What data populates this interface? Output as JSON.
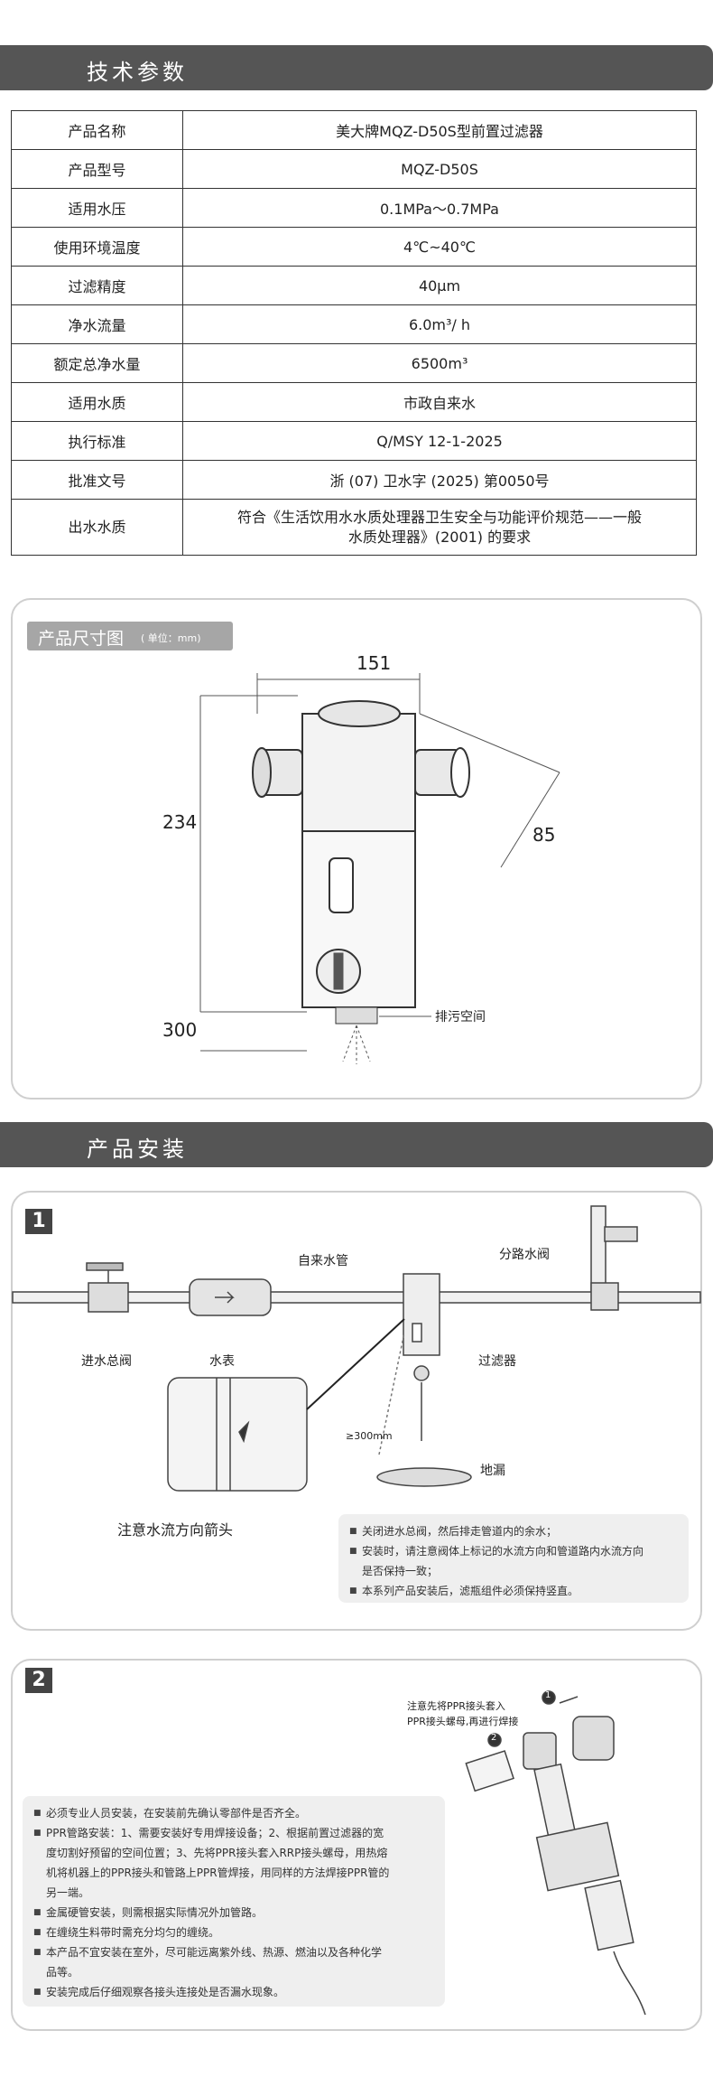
{
  "tech_section": {
    "title": "技术参数",
    "rows": [
      {
        "label": "产品名称",
        "value": "美大牌MQZ-D50S型前置过滤器"
      },
      {
        "label": "产品型号",
        "value": "MQZ-D50S"
      },
      {
        "label": "适用水压",
        "value": "0.1MPa～0.7MPa"
      },
      {
        "label": "使用环境温度",
        "value": "4℃~40℃"
      },
      {
        "label": "过滤精度",
        "value": "40μm"
      },
      {
        "label": "净水流量",
        "value": "6.0m³/ h"
      },
      {
        "label": "额定总净水量",
        "value": "6500m³"
      },
      {
        "label": "适用水质",
        "value": "市政自来水"
      },
      {
        "label": "执行标准",
        "value": "Q/MSY 12-1-2025"
      },
      {
        "label": "批准文号",
        "value": "浙 (07) 卫水字 (2025) 第0050号"
      },
      {
        "label": "出水水质",
        "value_line1": "符合《生活饮用水水质处理器卫生安全与功能评价规范——一般",
        "value_line2": "水质处理器》(2001) 的要求"
      }
    ]
  },
  "dimensions": {
    "tag_title": "产品尺寸图",
    "tag_unit": "( 单位：mm)",
    "width": "151",
    "height": "234",
    "depth": "85",
    "clearance": "300",
    "drain_label": "排污空间"
  },
  "install_section": {
    "title": "产品安装",
    "step1": {
      "number": "1",
      "labels": {
        "tap_water": "自来水管",
        "branch_valve": "分路水阀",
        "main_valve": "进水总阀",
        "meter": "水表",
        "filter": "过滤器",
        "clearance": "≥300mm",
        "floor_drain": "地漏",
        "arrow_note": "注意水流方向箭头"
      },
      "notes": [
        "关闭进水总阀，然后排走管道内的余水；",
        "安装时，请注意阀体上标记的水流方向和管道路内水流方向",
        "是否保持一致；",
        "本系列产品安装后，滤瓶组件必须保持竖直。"
      ]
    },
    "step2": {
      "number": "2",
      "callout_line1": "注意先将PPR接头套入",
      "callout_line2": "PPR接头螺母,再进行焊接",
      "marker1": "1",
      "marker2": "2",
      "notes": [
        "必须专业人员安装，在安装前先确认零部件是否齐全。",
        "PPR管路安装：1、需要安装好专用焊接设备；2、根据前置过滤器的宽",
        "度切割好预留的空间位置；3、先将PPR接头套入RRP接头螺母，用热熔",
        "机将机器上的PPR接头和管路上PPR管焊接，用同样的方法焊接PPR管的",
        "另一端。",
        "金属硬管安装，则需根据实际情况外加管路。",
        "在缠绕生料带时需充分均匀的缠绕。",
        "本产品不宜安装在室外，尽可能远离紫外线、热源、燃油以及各种化学",
        "品等。",
        "安装完成后仔细观察各接头连接处是否漏水现象。"
      ]
    }
  }
}
